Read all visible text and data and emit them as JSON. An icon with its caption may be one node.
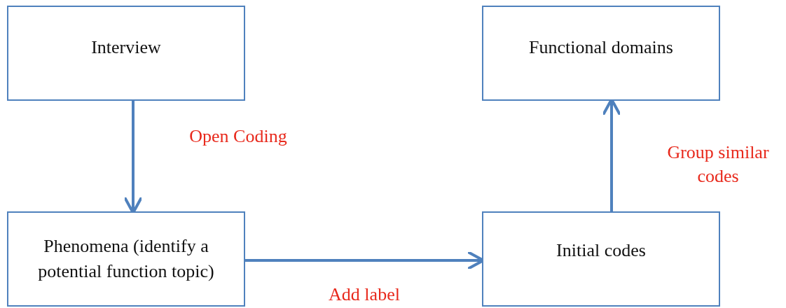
{
  "diagram": {
    "nodes": [
      {
        "text": [
          "Interview"
        ]
      },
      {
        "text": [
          "Functional domains"
        ]
      },
      {
        "text": [
          "Phenomena (identify a potential function topic)"
        ]
      },
      {
        "text": [
          "Initial codes"
        ]
      }
    ],
    "edges": [
      {
        "from": 0,
        "to": 2,
        "arrow": "to",
        "label": "Open Coding"
      },
      {
        "from": 2,
        "to": 3,
        "arrow": "to",
        "label": "Add label"
      },
      {
        "from": 3,
        "to": 1,
        "arrow": "to",
        "label": "Group similar codes"
      }
    ]
  }
}
